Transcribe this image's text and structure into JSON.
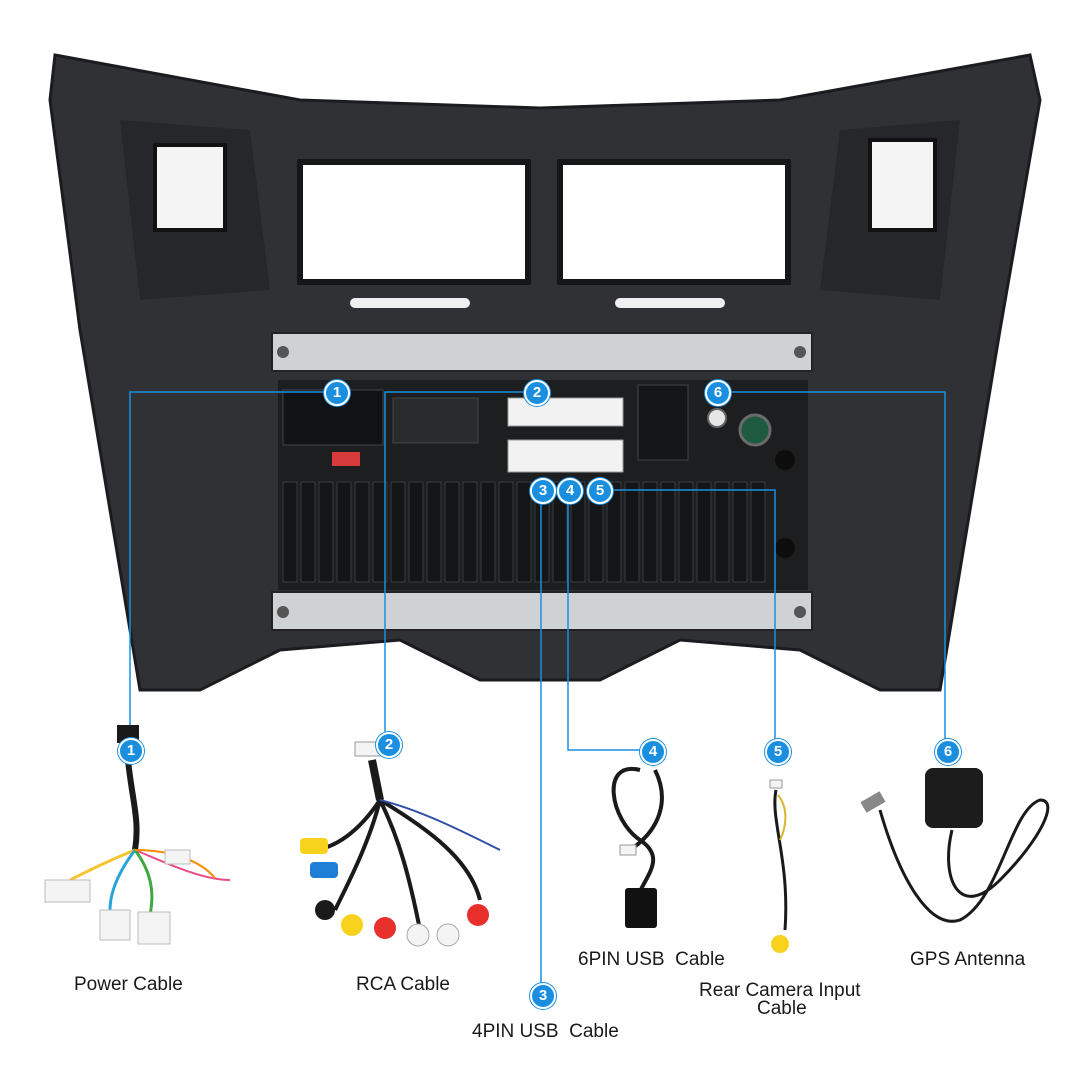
{
  "colors": {
    "leader": "#1a8fe0",
    "marker_bg": "#1a8fe0",
    "marker_text": "#ffffff",
    "label_text": "#1a1a1a"
  },
  "markers": {
    "m1": "1",
    "m2": "2",
    "m3": "3",
    "m4": "4",
    "m5": "5",
    "m6": "6"
  },
  "captions": {
    "power": "Power Cable",
    "rca": "RCA Cable",
    "usb4": "4PIN USB  Cable",
    "usb6": "6PIN USB  Cable",
    "camera_line1": "Rear Camera Input",
    "camera_line2": "Cable",
    "gps": "GPS Antenna"
  }
}
